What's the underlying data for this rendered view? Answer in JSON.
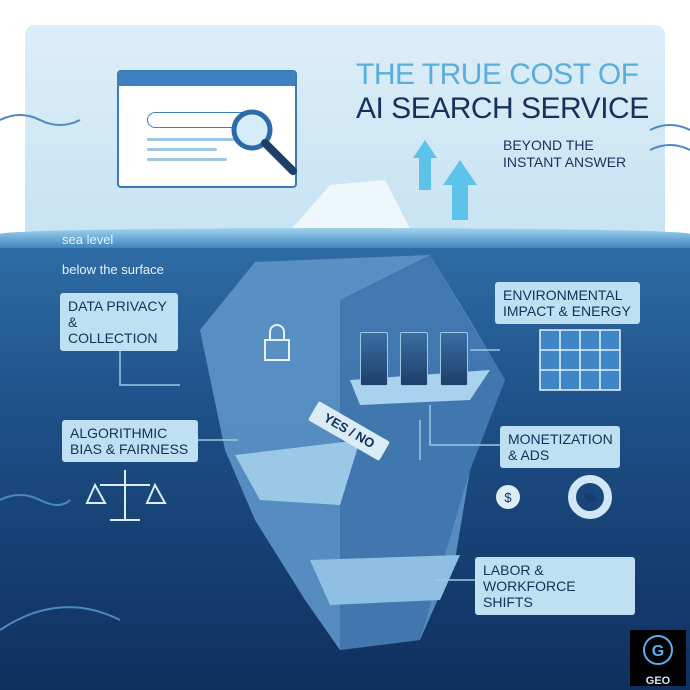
{
  "title": {
    "line1": "THE TRUE COST OF",
    "line2": "AI SEARCH SERVICE",
    "subtitle_line1": "BEYOND THE",
    "subtitle_line2": "INSTANT ANSWER"
  },
  "labels": {
    "sea_level": "sea level",
    "below": "below the surface"
  },
  "boxes": {
    "privacy": "DATA PRIVACY & COLLECTION",
    "environment": "ENVIRONMENTAL IMPACT & ENERGY",
    "bias": "ALGORITHMIC BIAS & FAIRNESS",
    "monetization": "MONETIZATION & ADS",
    "labor": "LABOR & WORKFORCE SHIFTS"
  },
  "sign": "YES / NO",
  "logo": "GEO",
  "colors": {
    "sky": "#dceef8",
    "sea_top": "#2f6da6",
    "sea_bottom": "#0f2f5e",
    "title_light": "#5aaedc",
    "title_dark": "#16315c",
    "box": "#bfe0f3"
  }
}
